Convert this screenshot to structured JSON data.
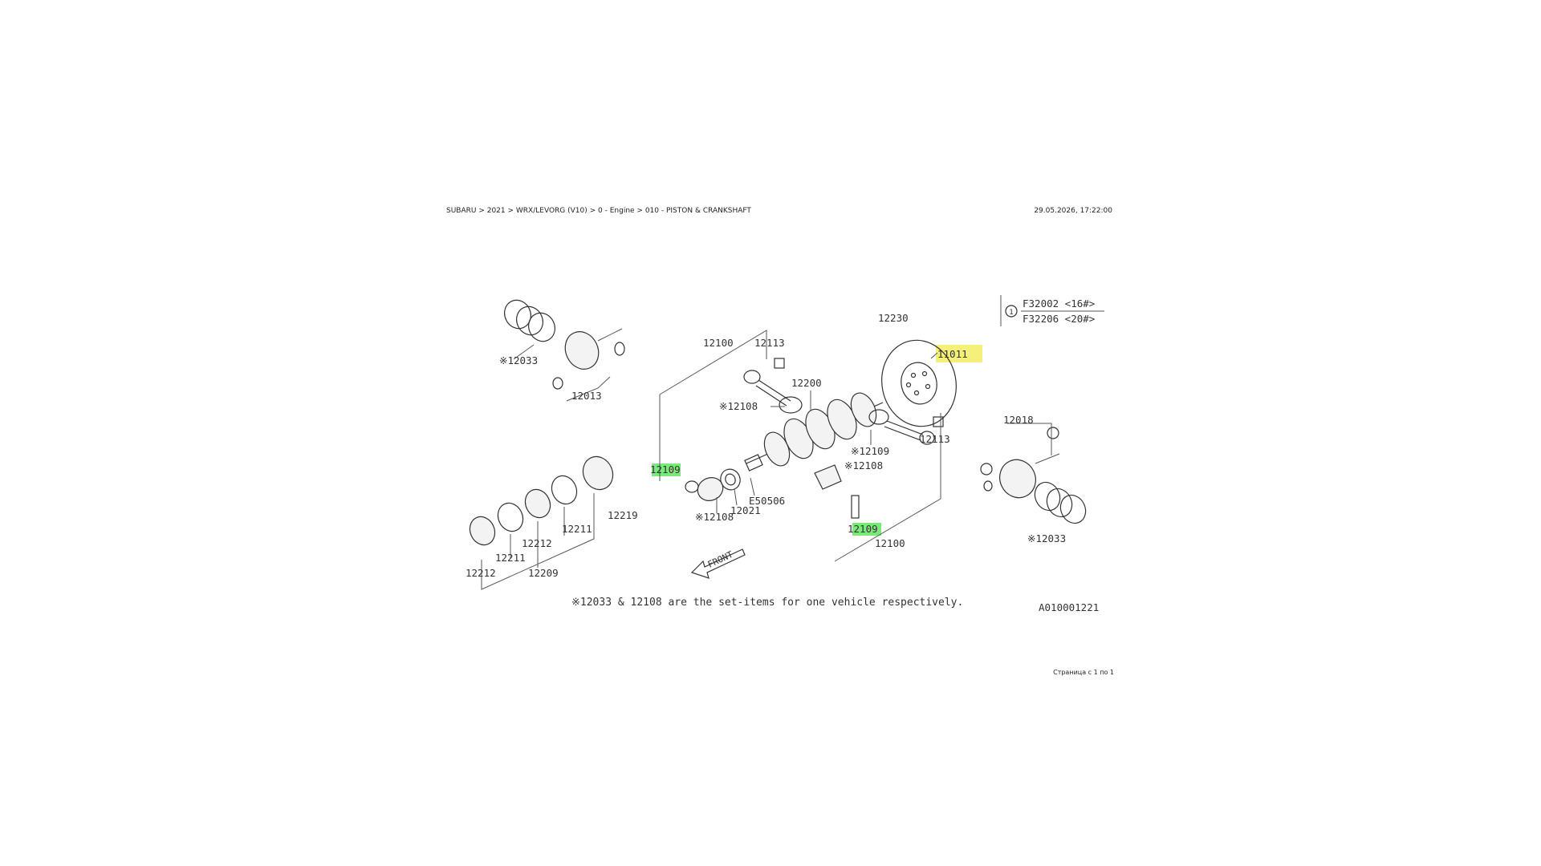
{
  "header": {
    "breadcrumb": "SUBARU > 2021 > WRX/LEVORG (V10) > 0 - Engine > 010 - PISTON & CRANKSHAFT",
    "timestamp": "29.05.2026, 17:22:00"
  },
  "footer": {
    "page_indicator": "Страница с 1 по 1"
  },
  "legend": {
    "symbol": "1",
    "row1": "F32002 <16#>",
    "row2": "F32206 <20#>"
  },
  "colors": {
    "highlight_green": "#7ce87c",
    "highlight_yellow": "#f4f07a"
  },
  "callouts": {
    "c12033_left": "※12033",
    "c12013": "12013",
    "c12100_top": "12100",
    "c12113_top": "12113",
    "c12108_upper": "※12108",
    "c12200": "12200",
    "c12230": "12230",
    "c11011": "11011",
    "c12113_right": "12113",
    "c12109_right_upper": "※12109",
    "c12108_right": "※12108",
    "c12018": "12018",
    "c12033_right": "※12033",
    "c12109_left": "12109",
    "c12108_lower": "※12108",
    "c12021": "12021",
    "ce50506": "E50506",
    "c12109_bottom": "12109",
    "c12100_bottom": "12100",
    "c12219": "12219",
    "c12211_mid": "12211",
    "c12212_mid": "12212",
    "c12211_low": "12211",
    "c12212_low": "12212",
    "c12209": "12209",
    "front": "FRONT"
  },
  "note": "※12033 & 12108 are the set-items for one vehicle respectively.",
  "diagram_id": "A010001221"
}
